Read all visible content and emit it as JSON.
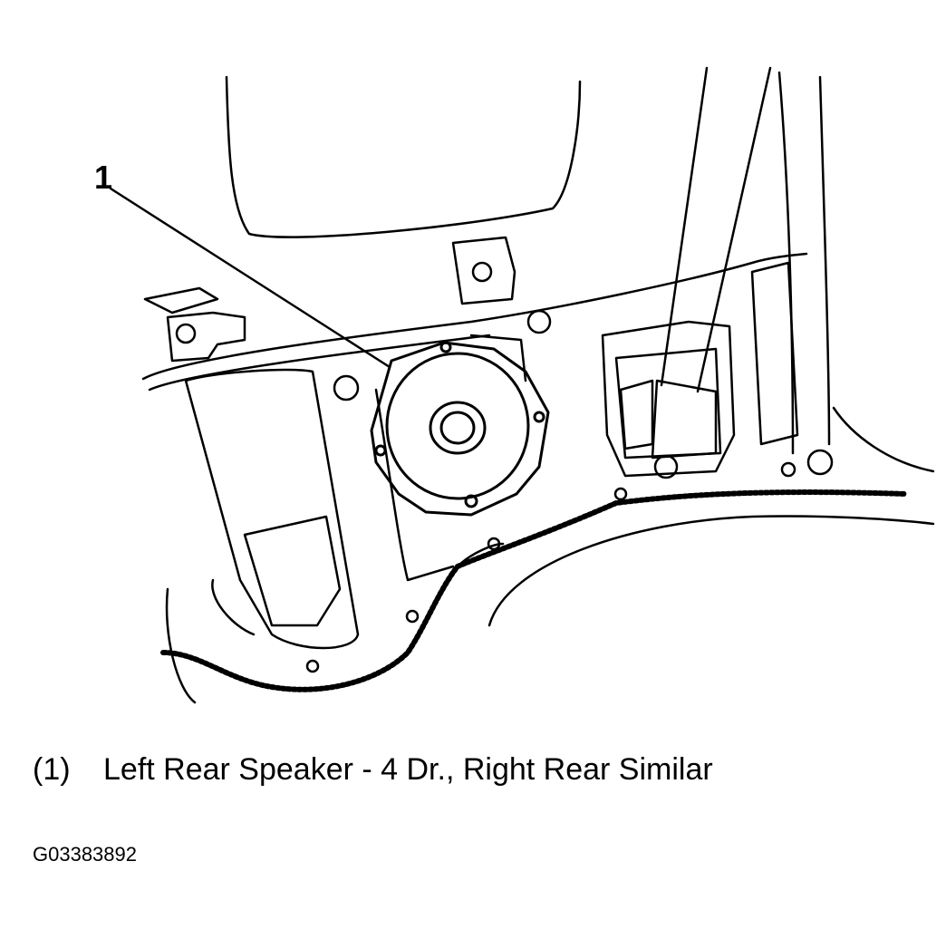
{
  "callout": {
    "number": "1"
  },
  "legend": [
    {
      "key": "(1)",
      "text": "Left Rear Speaker - 4 Dr., Right Rear Similar"
    }
  ],
  "figure_code": "G03383892"
}
